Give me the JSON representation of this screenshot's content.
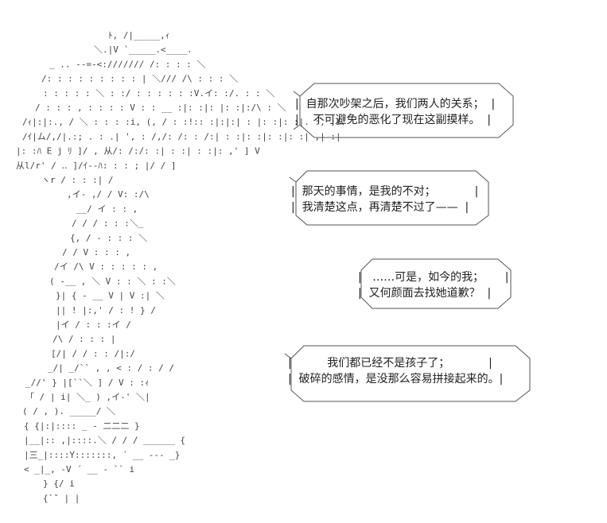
{
  "ascii_art": {
    "lines": [
      "ﾄ,   /|_____,ｨ",
      "＼.|V  `_____.<____.",
      "_ .. --=-<://///// /: : : : ＼",
      "/: : : : : : : : : | ＼/// /\\ : : : ＼ ",
      ": : : : : ＼ : :/ : : : : : :V.イ: :/. : : ＼",
      "/ : : : , : : : : V : : __ :|: :|: |: :|:/\\ : ＼",
      "/ｨ|:|:., / ＼ : : : :i, (, / : :!:: :|:|:| : |: :|: :|. :, ;ム",
      "/ｲ|ム/,/|.:; . : .| ', : /,/: /: : /:| : :|: :|: :|: :| ,| :|",
      "|: :ﾊ E j  ﾘ  ]/   ,  从/: /:/: :| : :| : :|: ,'   ]   V",
      "从l/r'         /  ‥      ]/ｲ--ﾊ: : : ;  |/   /    ]",
      "ヽr          /                    : : :|  /",
      "     ,イ- ,/  /            V: :/\\",
      "     __/ イ                  : : ,",
      "    /  /  /                  : : :＼_",
      "   {, /        -             : : :   ＼",
      "   / /                 V           : : : ,",
      "  /イ                  /\\           V : : : : : ,",
      "  (               ‐__     ,    ＼        V : : ＼ : :＼",
      "  }|                      {       ‐ __   V |    V  :|  ＼",
      "  ||                      !    |:,'        / : !    } /",
      "  |イ                    /                 : : :イ    /",
      "  /\\                    /                  : : : |",
      "  [/|                  /                / : : /|:/",
      "  _/|                 _/`` ,   ,  < : / : / /",
      " _//' }     |[``＼ ]   /     V : :ｨ",
      " 「 /  | i|      ＼_ ) ,イ-'         ＼|",
      " ( /   , ).              _____/ ＼",
      "  {     {|:|::::   _   -      二二二 }",
      "  |__|:: ,|::::.＼ /  /  / ______      {",
      "  |三_|::::Y:::::::, ´          __ --- _}",
      "  < _|_, -V ´   __   - ``            i",
      "     }      {/                        i",
      "     {`ˇ    |                         |"
    ]
  },
  "bubbles": [
    {
      "id": "bubble-1",
      "lines": [
        "自那次吵架之后，我们两人的关系；",
        "不可避免的恶化了现在这副摸样。"
      ]
    },
    {
      "id": "bubble-2",
      "lines": [
        "那天的事情，是我的不对；",
        "我清楚这点，再清楚不过了——"
      ]
    },
    {
      "id": "bubble-3",
      "lines": [
        "……可是，如今的我；",
        "又何颜面去找她道歉？"
      ]
    },
    {
      "id": "bubble-4",
      "lines": [
        "我们都已经不是孩子了；",
        "破碎的感情，是没那么容易拼接起来的。"
      ]
    }
  ]
}
